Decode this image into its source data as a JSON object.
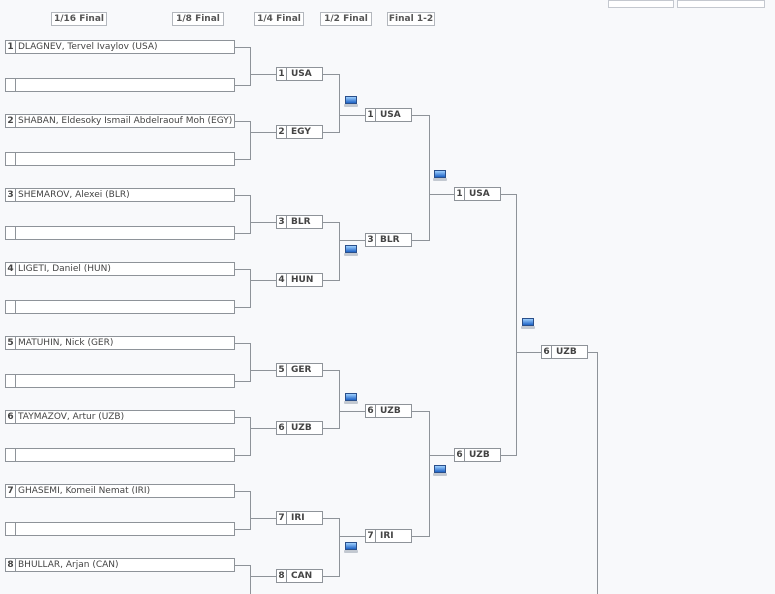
{
  "rounds": [
    "1/16 Final",
    "1/8 Final",
    "1/4 Final",
    "1/2 Final",
    "Final 1-2"
  ],
  "r16": [
    {
      "seed": "1",
      "name": "DLAGNEV, Tervel Ivaylov (USA)"
    },
    {
      "seed": "",
      "name": ""
    },
    {
      "seed": "2",
      "name": "SHABAN, Eldesoky Ismail Abdelraouf Moh (EGY)"
    },
    {
      "seed": "",
      "name": ""
    },
    {
      "seed": "3",
      "name": "SHEMAROV, Alexei (BLR)"
    },
    {
      "seed": "",
      "name": ""
    },
    {
      "seed": "4",
      "name": "LIGETI, Daniel (HUN)"
    },
    {
      "seed": "",
      "name": ""
    },
    {
      "seed": "5",
      "name": "MATUHIN, Nick (GER)"
    },
    {
      "seed": "",
      "name": ""
    },
    {
      "seed": "6",
      "name": "TAYMAZOV, Artur (UZB)"
    },
    {
      "seed": "",
      "name": ""
    },
    {
      "seed": "7",
      "name": "GHASEMI, Komeil Nemat (IRI)"
    },
    {
      "seed": "",
      "name": ""
    },
    {
      "seed": "8",
      "name": "BHULLAR, Arjan (CAN)"
    }
  ],
  "quarter": [
    {
      "seed": "1",
      "name": "USA"
    },
    {
      "seed": "2",
      "name": "EGY"
    },
    {
      "seed": "3",
      "name": "BLR"
    },
    {
      "seed": "4",
      "name": "HUN"
    },
    {
      "seed": "5",
      "name": "GER"
    },
    {
      "seed": "6",
      "name": "UZB"
    },
    {
      "seed": "7",
      "name": "IRI"
    },
    {
      "seed": "8",
      "name": "CAN"
    }
  ],
  "semi": [
    {
      "seed": "1",
      "name": "USA"
    },
    {
      "seed": "3",
      "name": "BLR"
    },
    {
      "seed": "6",
      "name": "UZB"
    },
    {
      "seed": "7",
      "name": "IRI"
    }
  ],
  "final": [
    {
      "seed": "1",
      "name": "USA"
    },
    {
      "seed": "6",
      "name": "UZB"
    }
  ],
  "winner": {
    "seed": "6",
    "name": "UZB"
  },
  "video_icon": "tv-video-icon"
}
